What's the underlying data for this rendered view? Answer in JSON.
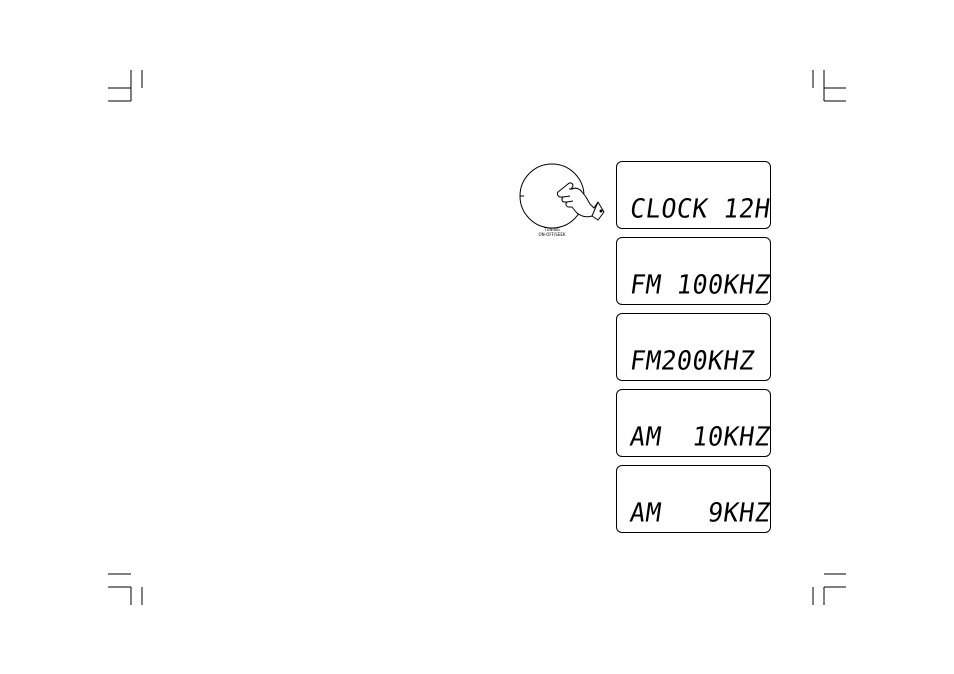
{
  "dial": {
    "caption_line1": "TUNING",
    "caption_line2": "ON-OFF/SEEK"
  },
  "displays": [
    {
      "text": "CLOCK 12H"
    },
    {
      "text": "FM 100KHZ"
    },
    {
      "text": "FM200KHZ"
    },
    {
      "text": "AM  10KHZ"
    },
    {
      "text": "AM   9KHZ"
    }
  ]
}
